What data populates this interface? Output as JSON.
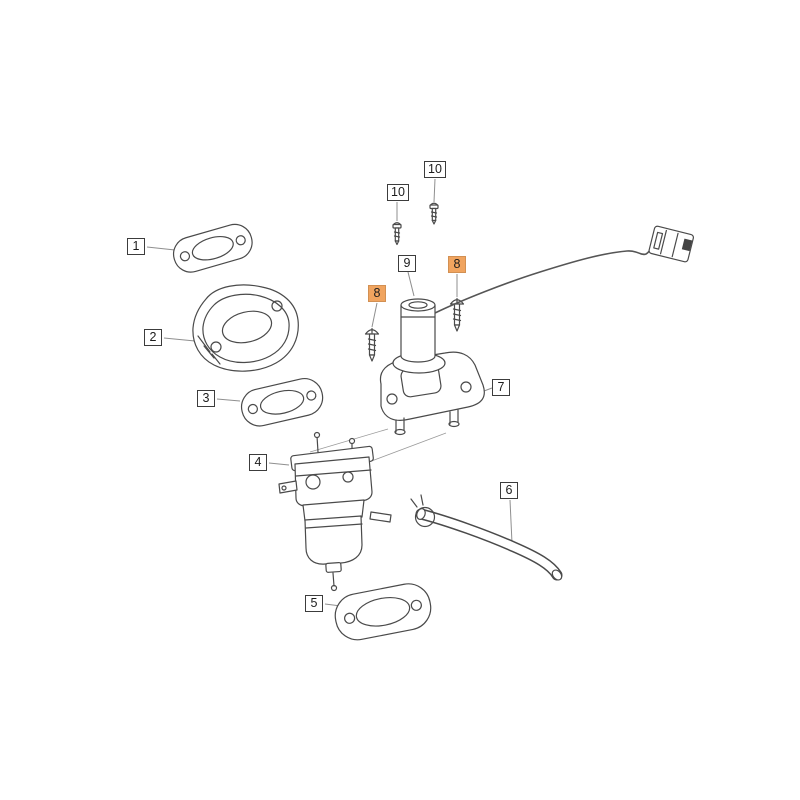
{
  "figure": {
    "background": "#ffffff"
  },
  "colors": {
    "highlight": "#f0a45f",
    "line": "#4a4a4a",
    "label_border": "#3c3c3c",
    "leader": "#8f8f8f"
  },
  "callouts": [
    {
      "label": "1",
      "highlighted": false
    },
    {
      "label": "2",
      "highlighted": false
    },
    {
      "label": "3",
      "highlighted": false
    },
    {
      "label": "4",
      "highlighted": false
    },
    {
      "label": "5",
      "highlighted": false
    },
    {
      "label": "6",
      "highlighted": false
    },
    {
      "label": "7",
      "highlighted": false
    },
    {
      "label": "8",
      "highlighted": true
    },
    {
      "label": "8",
      "highlighted": true
    },
    {
      "label": "9",
      "highlighted": false
    },
    {
      "label": "10",
      "highlighted": false
    },
    {
      "label": "10",
      "highlighted": false
    }
  ]
}
